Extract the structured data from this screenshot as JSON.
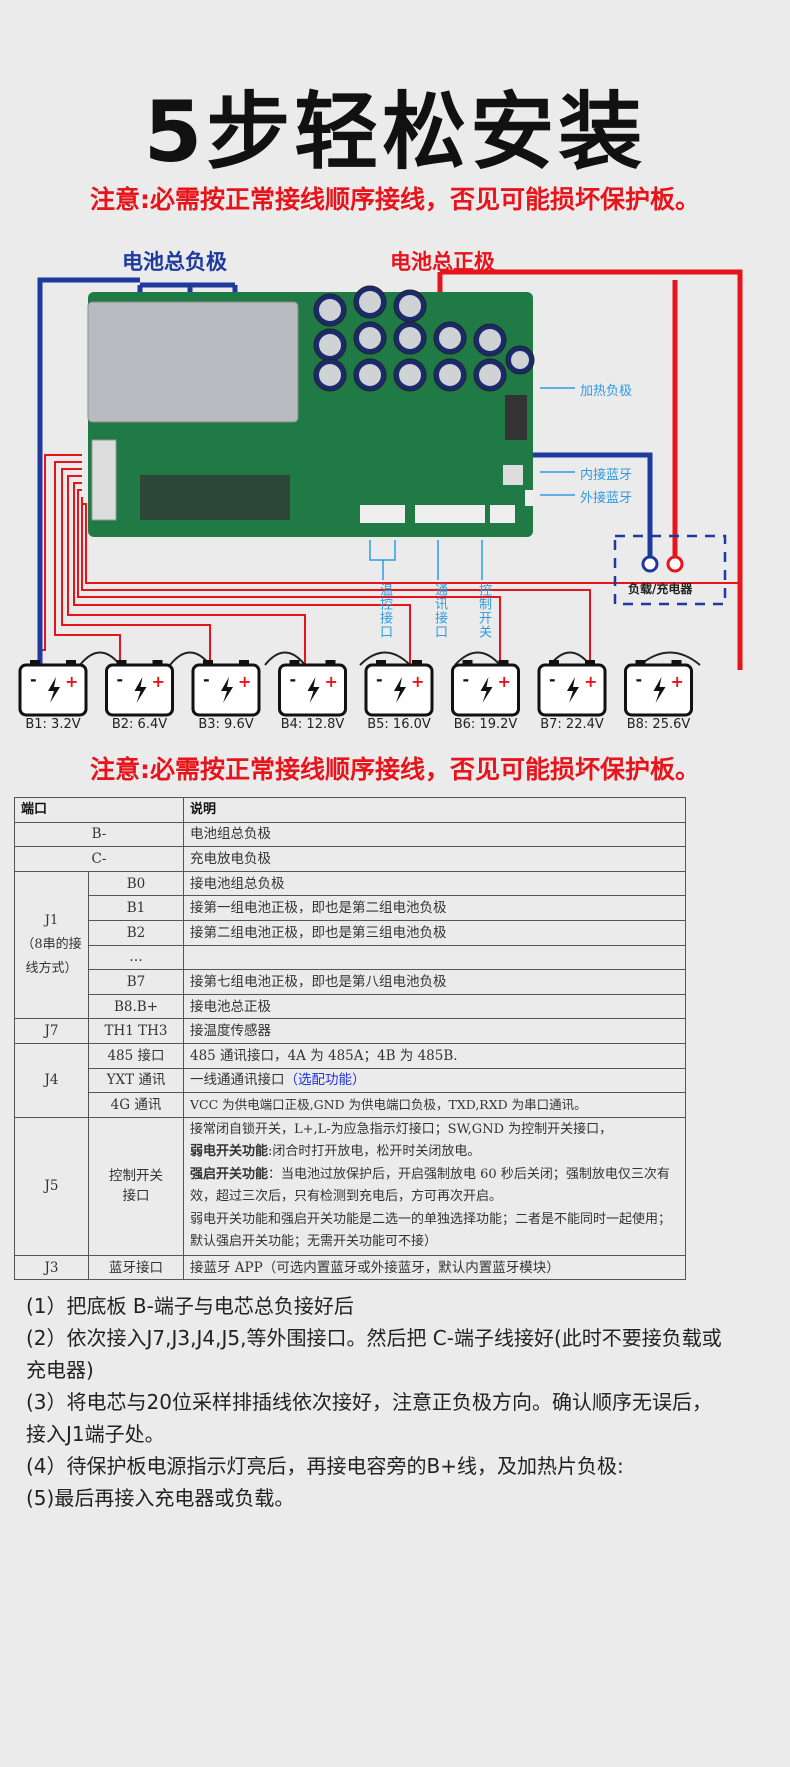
{
  "title": "5步轻松安装",
  "notice": "注意:必需按正常接线顺序接线，否见可能损坏保护板。",
  "diagram": {
    "neg_label": "电池总负极",
    "pos_label": "电池总正极",
    "heat_label": "加热负极",
    "bt_in_label": "内接蓝牙",
    "bt_out_label": "外接蓝牙",
    "temp_label": "温控接口",
    "comm_label": "通讯接口",
    "switch_label": "控制开关",
    "load_label": "负载/充电器",
    "colors": {
      "neg": "#1e3a9e",
      "pos": "#e8141b",
      "accent": "#2f9be0"
    },
    "batteries": [
      "B1: 3.2V",
      "B2: 6.4V",
      "B3: 9.6V",
      "B4: 12.8V",
      "B5: 16.0V",
      "B6: 19.2V",
      "B7: 22.4V",
      "B8: 25.6V"
    ]
  },
  "notice2": "注意:必需按正常接线顺序接线，否见可能损坏保护板。",
  "table": {
    "h_port": "端口",
    "h_desc": "说明",
    "bminus": "B-",
    "bminus_d": "电池组总负极",
    "cminus": "C-",
    "cminus_d": "充电放电负极",
    "j1": "J1",
    "j1_note": "（8串的接线方式）",
    "j1_rows": [
      [
        "B0",
        "接电池组总负极"
      ],
      [
        "B1",
        "接第一组电池正极，即也是第二组电池负极"
      ],
      [
        "B2",
        "接第二组电池正极，即也是第三组电池负极"
      ],
      [
        "…",
        ""
      ],
      [
        "B7",
        "接第七组电池正极，即也是第八组电池负极"
      ],
      [
        "B8.B+",
        "接电池总正极"
      ]
    ],
    "j7": "J7",
    "j7_sub": "TH1 TH3",
    "j7_d": "接温度传感器",
    "j4": "J4",
    "j4_rows": [
      [
        "485 接口",
        "485 通讯接口，4A 为 485A；4B 为 485B."
      ],
      [
        "YXT 通讯",
        "一线通通讯接口"
      ],
      [
        "4G 通讯",
        "VCC 为供电端口正极,GND 为供电端口负极，TXD,RXD 为串口通讯。"
      ]
    ],
    "yxt_opt": "（选配功能）",
    "j5": "J5",
    "j5_sub": "控制开关接口",
    "j5_l1": "接常闭自锁开关，L+,L-为应急指示灯接口；SW,GND 为控制开关接口，",
    "j5_b1": "弱电开关功能",
    "j5_l2": ":闭合时打开放电，松开时关闭放电。",
    "j5_b2": "强启开关功能",
    "j5_l3": "：当电池过放保护后，开启强制放电 60 秒后关闭；强制放电仅三次有效，超过三次后，只有检测到充电后，方可再次开启。",
    "j5_l4": "弱电开关功能和强启开关功能是二选一的单独选择功能；二者是不能同时一起使用；默认强启开关功能；无需开关功能可不接）",
    "j3": "J3",
    "j3_sub": "蓝牙接口",
    "j3_d": "接蓝牙 APP（可选内置蓝牙或外接蓝牙，默认内置蓝牙模块）"
  },
  "steps": [
    "(1）把底板 B-端子与电芯总负接好后",
    "(2）依次接入J7,J3,J4,J5,等外围接口。然后把 C-端子线接好(此时不要接负载或充电器)",
    "(3）将电芯与20位采样排插线依次接好，注意正负极方向。确认顺序无误后，接入J1端子处。",
    "(4）待保护板电源指示灯亮后，再接电容旁的B+线，及加热片负极:",
    "(5)最后再接入充电器或负载。"
  ]
}
